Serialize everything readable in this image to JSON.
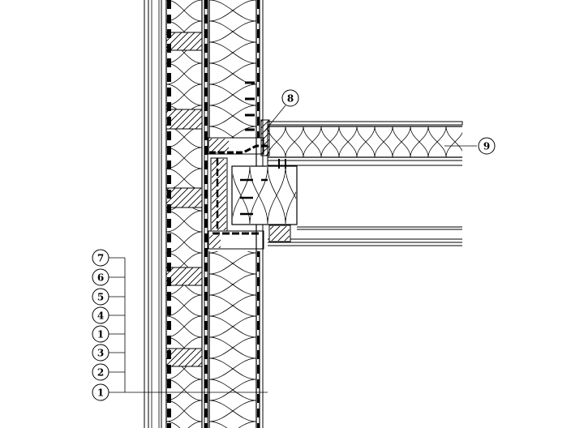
{
  "drawing": {
    "stroke_color": "#000000",
    "background": "#ffffff"
  },
  "callouts": {
    "left_stack": [
      "7",
      "6",
      "5",
      "4",
      "1",
      "3",
      "2",
      "1"
    ],
    "c8": "8",
    "c9": "9"
  }
}
